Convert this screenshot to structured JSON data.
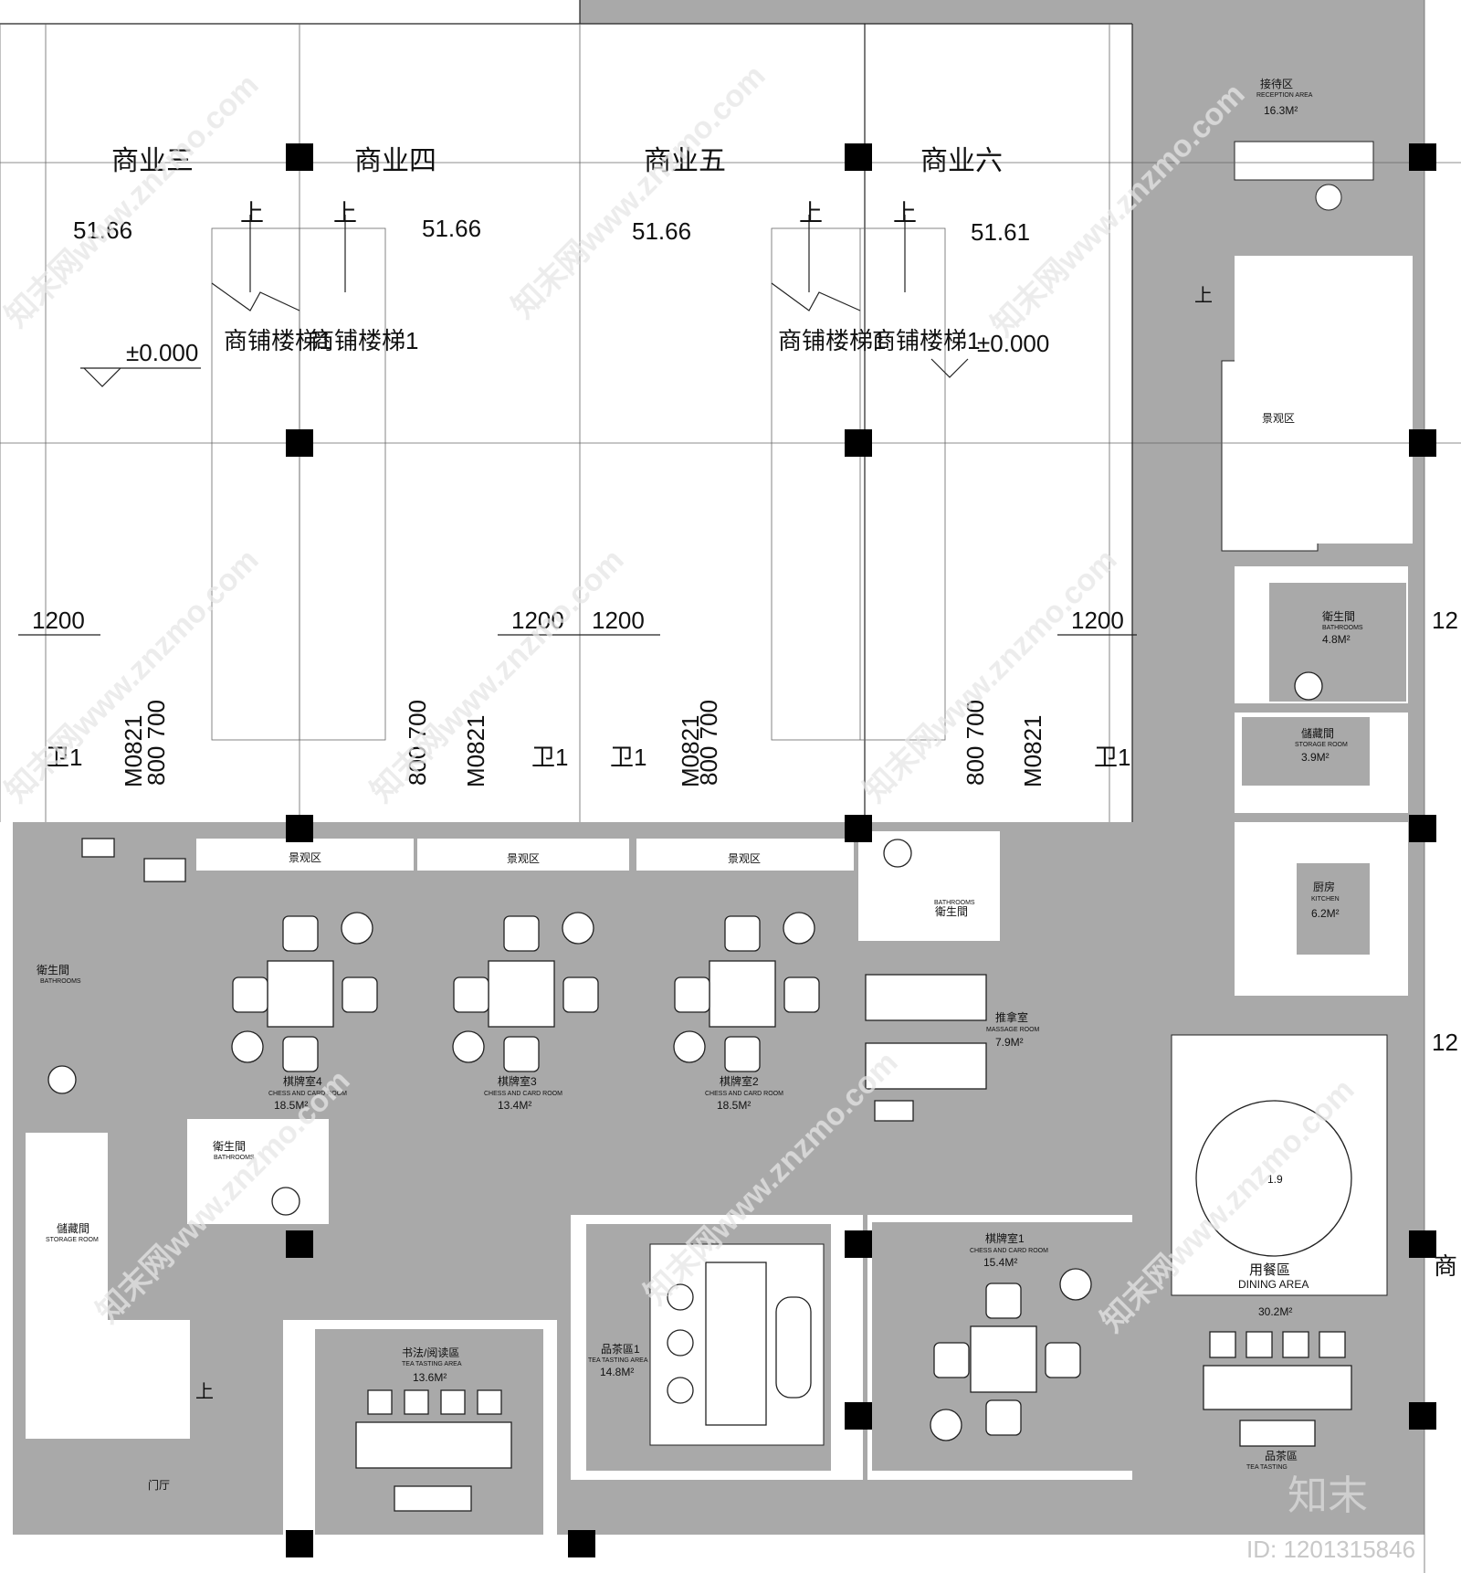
{
  "shops": [
    {
      "name": "商业三",
      "area": "51.66"
    },
    {
      "name": "商业四",
      "area": "51.66"
    },
    {
      "name": "商业五",
      "area": "51.66"
    },
    {
      "name": "商业六",
      "area": "51.61"
    }
  ],
  "stair_labels": [
    "商铺楼梯1",
    "商铺楼梯1",
    "商铺楼梯1",
    "商铺楼梯1"
  ],
  "up_label": "上",
  "level_label": "±0.000",
  "level_label_right": "±0.000",
  "dims": {
    "d1200": "1200",
    "d800_700": "800 700",
    "door": "M0821",
    "toilet": "卫1",
    "d12": "12"
  },
  "rooms": {
    "reception": {
      "cn": "接待区",
      "en": "RECEPTION AREA",
      "area": "16.3M²"
    },
    "landscape_right": {
      "cn": "景观区"
    },
    "bath_right": {
      "cn": "衛生間",
      "en": "BATHROOMS",
      "area": "4.8M²"
    },
    "storage_right": {
      "cn": "儲藏間",
      "en": "STORAGE ROOM",
      "area": "3.9M²"
    },
    "kitchen": {
      "cn": "厨房",
      "en": "KITCHEN",
      "area": "6.2M²"
    },
    "landscape_1": {
      "cn": "景观区"
    },
    "landscape_2": {
      "cn": "景观区"
    },
    "landscape_3": {
      "cn": "景观区"
    },
    "bath_mid": {
      "cn": "衛生間",
      "en": "BATHROOMS"
    },
    "chess4": {
      "cn": "棋牌室4",
      "en": "CHESS AND CARD ROOM",
      "area": "18.5M²"
    },
    "chess3": {
      "cn": "棋牌室3",
      "en": "CHESS AND CARD ROOM",
      "area": "13.4M²"
    },
    "chess2": {
      "cn": "棋牌室2",
      "en": "CHESS AND CARD ROOM",
      "area": "18.5M²"
    },
    "massage": {
      "cn": "推拿室",
      "en": "MASSAGE ROOM",
      "area": "7.9M²"
    },
    "bath_left": {
      "cn": "衛生間",
      "en": "BATHROOMS"
    },
    "bath_small": {
      "cn": "衛生間",
      "en": "BATHROOMS"
    },
    "storage_left": {
      "cn": "儲藏間",
      "en": "STORAGE ROOM"
    },
    "dining": {
      "cn": "用餐區",
      "en": "DINING AREA",
      "area": "30.2M²",
      "table": "1.9"
    },
    "tea1": {
      "cn": "品茶區1",
      "en": "TEA TASTING AREA",
      "area": "14.8M²"
    },
    "chess1": {
      "cn": "棋牌室1",
      "en": "CHESS AND CARD ROOM",
      "area": "15.4M²"
    },
    "calligraphy": {
      "cn": "书法/阅读區",
      "en": "TEA TASTING AREA",
      "area": "13.6M²"
    },
    "hall": {
      "cn": "门厅"
    },
    "tea_right": {
      "cn": "品茶區",
      "en": "TEA TASTING"
    },
    "shop_edge": {
      "cn": "商"
    }
  },
  "watermark": {
    "site": "知末网www.znzmo.com",
    "brand": "知末",
    "id": "ID: 1201315846"
  },
  "colors": {
    "room_fill": "#a9a9a9",
    "wall": "#000000",
    "background": "#ffffff"
  }
}
